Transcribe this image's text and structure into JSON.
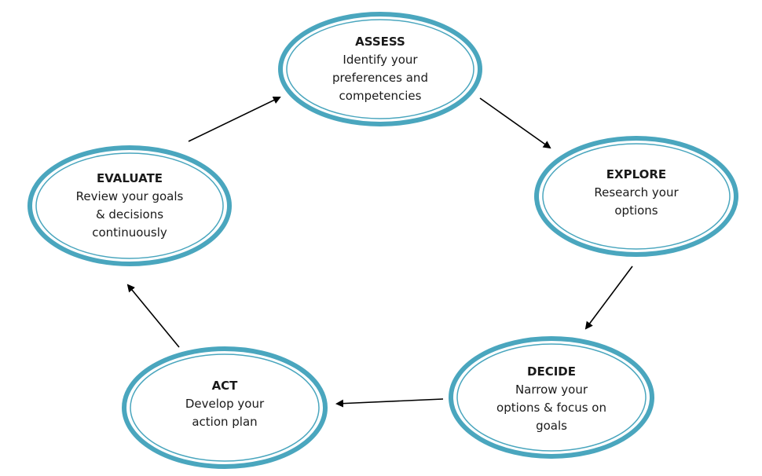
{
  "colors": {
    "ring": "#4aa6be",
    "ring_inner": "#4aa6be",
    "arrow": "#000000",
    "text": "#1a1a1a"
  },
  "nodes": {
    "assess": {
      "title": "ASSESS",
      "desc": "Identify your\npreferences and\ncompetencies"
    },
    "explore": {
      "title": "EXPLORE",
      "desc": "Research your\noptions"
    },
    "decide": {
      "title": "DECIDE",
      "desc": "Narrow your\noptions & focus on\ngoals"
    },
    "act": {
      "title": "ACT",
      "desc": "Develop your\naction plan"
    },
    "evaluate": {
      "title": "EVALUATE",
      "desc": "Review your goals\n& decisions\ncontinuously"
    }
  },
  "edges": [
    {
      "from": "assess",
      "to": "explore"
    },
    {
      "from": "explore",
      "to": "decide"
    },
    {
      "from": "decide",
      "to": "act"
    },
    {
      "from": "act",
      "to": "evaluate"
    },
    {
      "from": "evaluate",
      "to": "assess"
    }
  ]
}
